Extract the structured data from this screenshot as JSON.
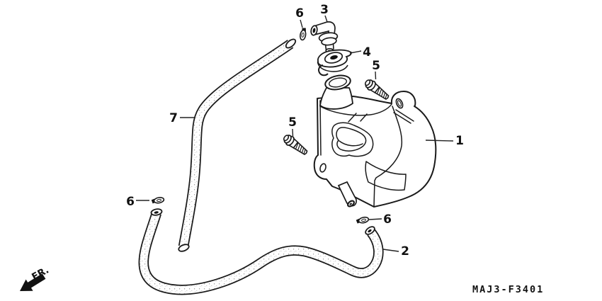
{
  "diagram": {
    "part_code": "MAJ3-F3401",
    "front_label": "FR.",
    "background_color": "#ffffff",
    "line_color": "#1a1a1a"
  },
  "callouts": [
    {
      "id": "callout-1",
      "label": "1"
    },
    {
      "id": "callout-2",
      "label": "2"
    },
    {
      "id": "callout-3",
      "label": "3"
    },
    {
      "id": "callout-4",
      "label": "4"
    },
    {
      "id": "callout-5-top",
      "label": "5"
    },
    {
      "id": "callout-5-left",
      "label": "5"
    },
    {
      "id": "callout-6-top",
      "label": "6"
    },
    {
      "id": "callout-6-left",
      "label": "6"
    },
    {
      "id": "callout-6-right",
      "label": "6"
    },
    {
      "id": "callout-7",
      "label": "7"
    }
  ]
}
